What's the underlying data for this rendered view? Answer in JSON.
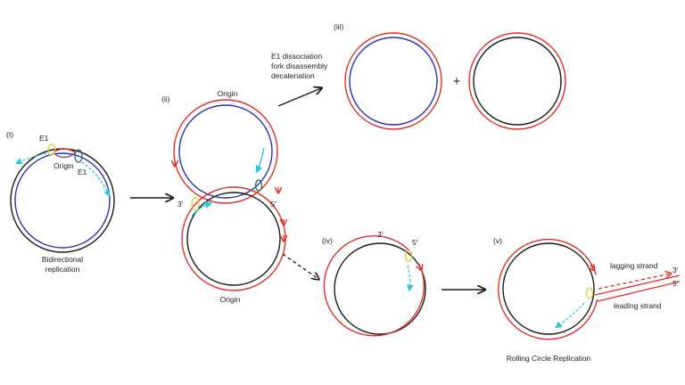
{
  "colors": {
    "black": "#1a1a1a",
    "red": "#e0302a",
    "blue": "#2f2fb0",
    "cyan": "#2ec8d6",
    "yellow": "#d6d23a",
    "green": "#2f6f5a",
    "purple": "#6a4a8f"
  },
  "panels": {
    "i": {
      "numeral": "(I)",
      "e1_top": "E1",
      "e1_bottom": "E1",
      "origin": "Origin",
      "caption_line1": "Bidirectional",
      "caption_line2": "replication"
    },
    "ii": {
      "numeral": "(ii)",
      "origin_top": "Origin",
      "origin_bottom": "Origin",
      "prime_3": "3′",
      "prime_5": "5′"
    },
    "iii": {
      "numeral": "(iii)",
      "plus": "+",
      "step_line1": "E1 dissociation",
      "step_line2": "fork disassembly",
      "step_line3": "decatenation"
    },
    "iv": {
      "numeral": "(iv)",
      "prime_3": "3′",
      "prime_5": "5′"
    },
    "v": {
      "numeral": "(v)",
      "lagging": "lagging strand",
      "leading": "leading strand",
      "prime_3": "3′",
      "prime_5": "5′",
      "caption": "Rolling Circle Replication"
    }
  }
}
